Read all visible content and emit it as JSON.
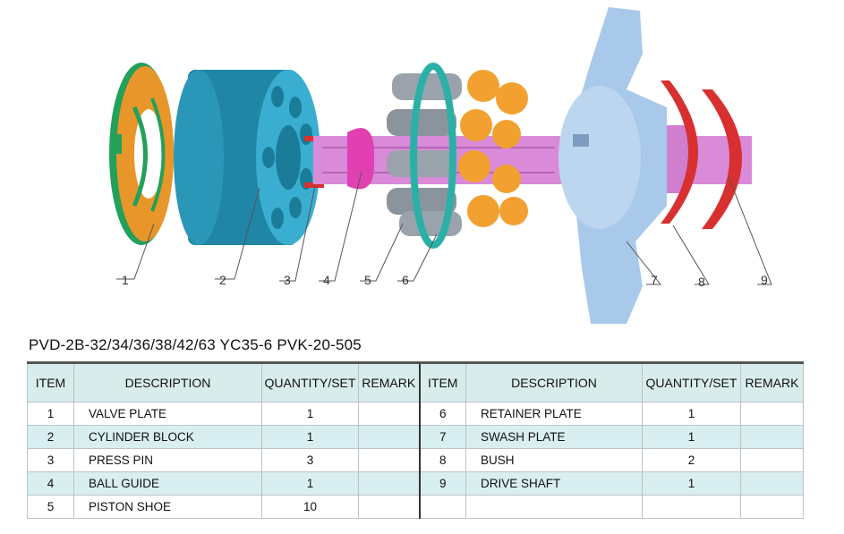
{
  "diagram": {
    "callouts": [
      "1",
      "2",
      "3",
      "4",
      "5",
      "6",
      "7",
      "8",
      "9"
    ]
  },
  "model_title": "PVD-2B-32/34/36/38/42/63 YC35-6  PVK-20-505",
  "table": {
    "headers": [
      "ITEM",
      "DESCRIPTION",
      "QUANTITY/SET",
      "REMARK",
      "ITEM",
      "DESCRIPTION",
      "QUANTITY/SET",
      "REMARK"
    ],
    "rows": [
      {
        "item_left": "1",
        "desc_left": "VALVE PLATE",
        "qty_left": "1",
        "remark_left": "",
        "item_right": "6",
        "desc_right": "RETAINER  PLATE",
        "qty_right": "1",
        "remark_right": ""
      },
      {
        "item_left": "2",
        "desc_left": "CYLINDER BLOCK",
        "qty_left": "1",
        "remark_left": "",
        "item_right": "7",
        "desc_right": "SWASH  PLATE",
        "qty_right": "1",
        "remark_right": ""
      },
      {
        "item_left": "3",
        "desc_left": "PRESS PIN",
        "qty_left": "3",
        "remark_left": "",
        "item_right": "8",
        "desc_right": "BUSH",
        "qty_right": "2",
        "remark_right": ""
      },
      {
        "item_left": "4",
        "desc_left": "BALL  GUIDE",
        "qty_left": "1",
        "remark_left": "",
        "item_right": "9",
        "desc_right": "DRIVE  SHAFT",
        "qty_right": "1",
        "remark_right": ""
      },
      {
        "item_left": "5",
        "desc_left": "PISTON  SHOE",
        "qty_left": "10",
        "remark_left": "",
        "item_right": "",
        "desc_right": "",
        "qty_right": "",
        "remark_right": ""
      }
    ]
  },
  "colors": {
    "valve_plate": "#e8962a",
    "valve_plate_rim": "#23a05a",
    "cylinder_block": "#2f9fbf",
    "piston": "#9aa3ab",
    "shoe": "#f2a030",
    "retainer": "#2bb0a8",
    "ball_guide": "#e040b0",
    "shaft": "#d98ad8",
    "swash_plate": "#a9c9ea",
    "bush": "#d83030",
    "table_header": "#d8ecec",
    "table_shade": "#d8eef0"
  }
}
